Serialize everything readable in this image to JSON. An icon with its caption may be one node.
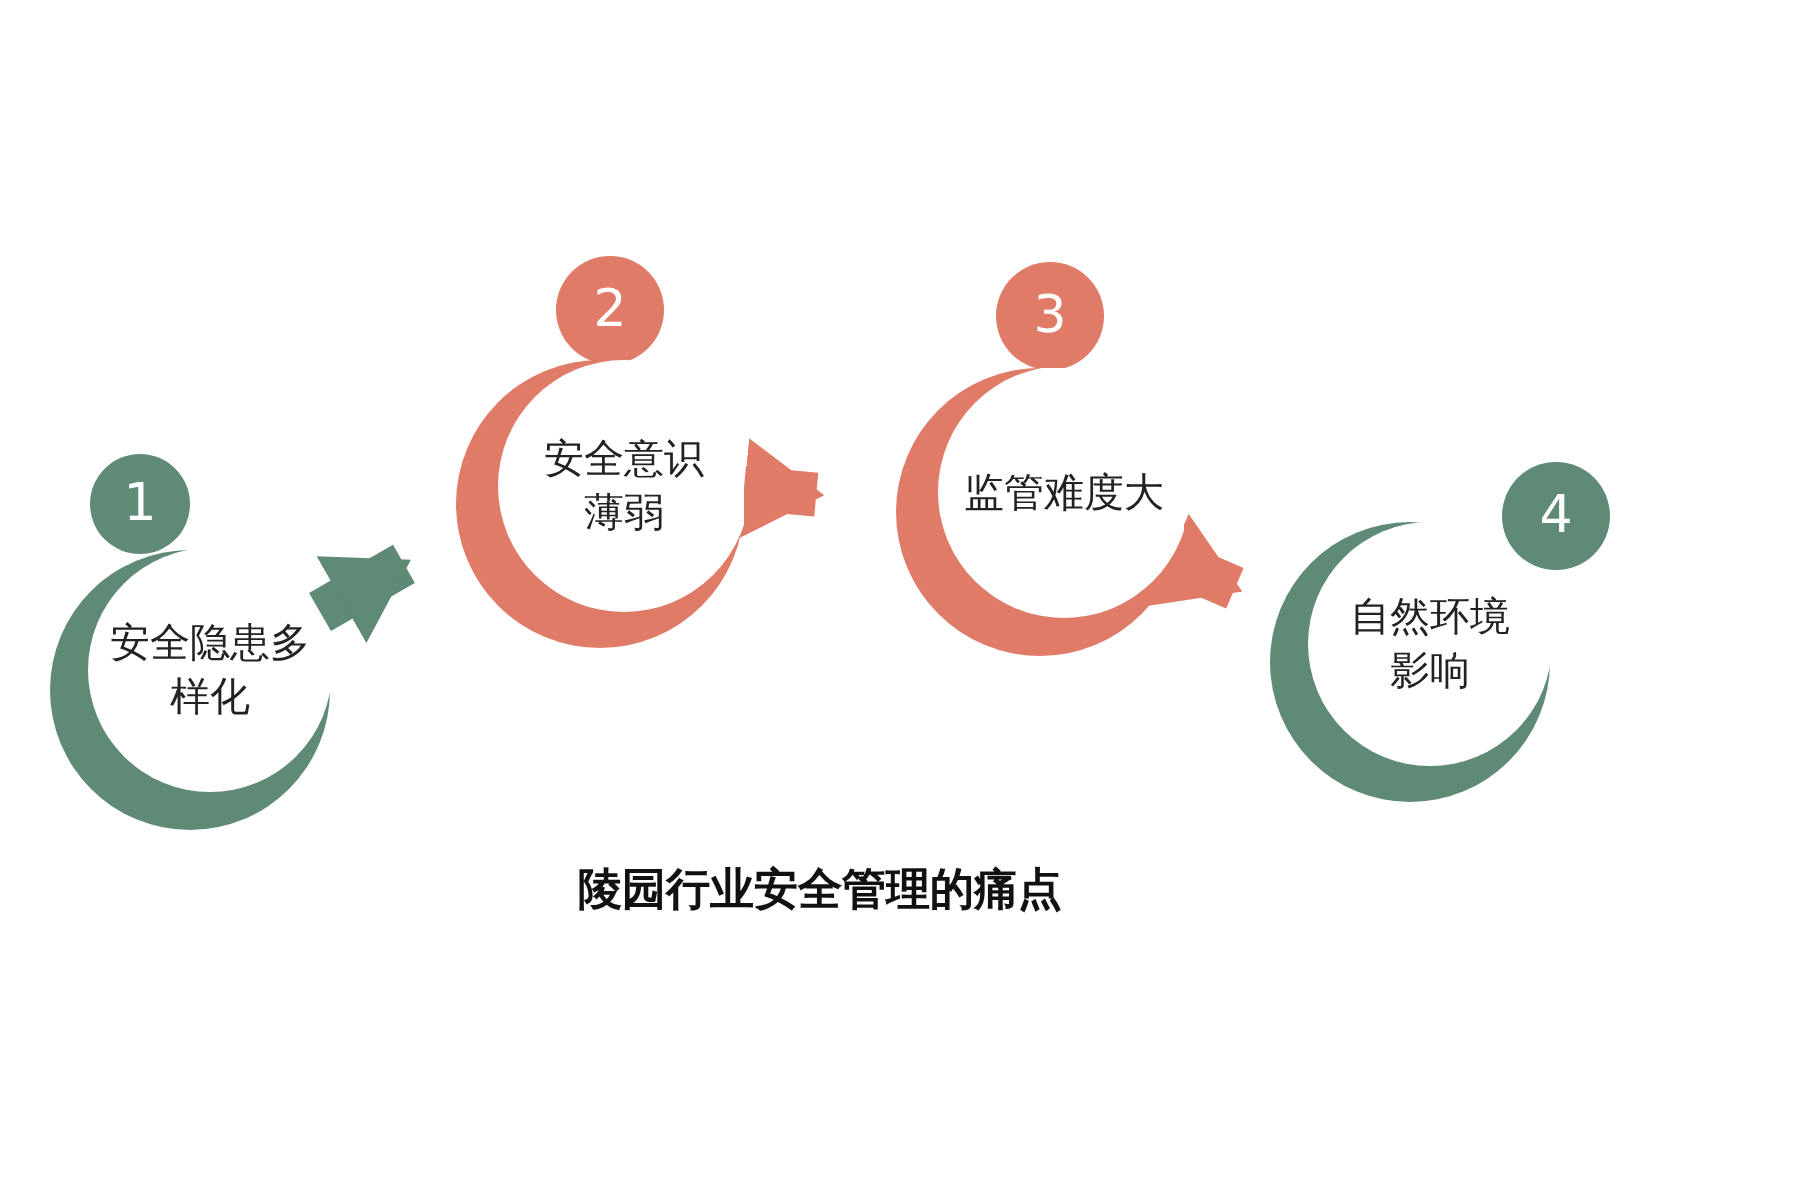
{
  "diagram": {
    "title": "陵园行业安全管理的痛点",
    "nodes": [
      {
        "text": [
          "1"
        ]
      },
      {
        "text": [
          "安全隐患多样化"
        ]
      },
      {
        "text": [
          "2"
        ]
      },
      {
        "text": [
          "安全意识薄弱"
        ]
      },
      {
        "text": [
          "3"
        ]
      },
      {
        "text": [
          "监管难度大"
        ]
      },
      {
        "text": [
          "4"
        ]
      },
      {
        "text": [
          "自然环境影响"
        ]
      }
    ],
    "edges": [
      {
        "from": 1,
        "to": 3,
        "arrow": "to",
        "color": "#5e8a76"
      },
      {
        "from": 3,
        "to": 5,
        "arrow": "to"
      },
      {
        "from": 5,
        "to": 7,
        "arrow": "to"
      }
    ]
  }
}
